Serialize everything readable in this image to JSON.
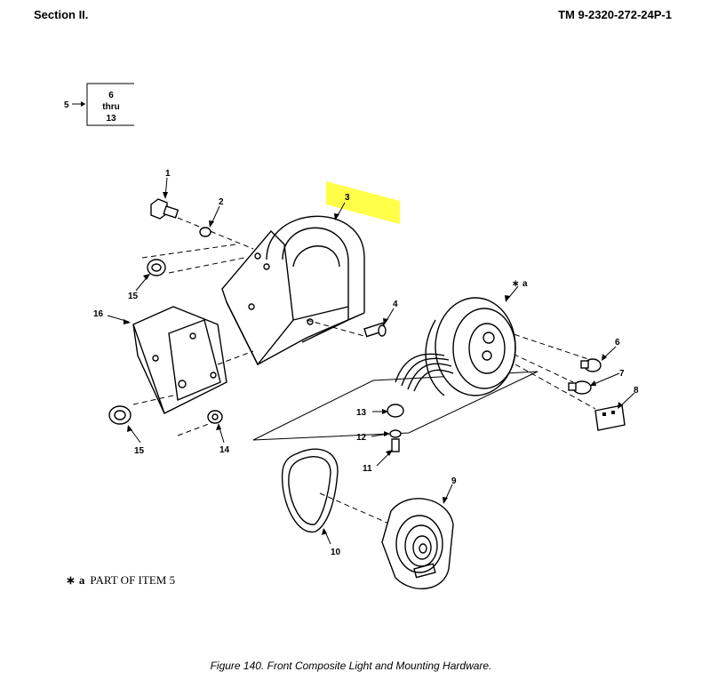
{
  "header": {
    "section": "Section II.",
    "tm_number": "TM 9-2320-272-24P-1"
  },
  "callout_box": {
    "item": "5",
    "line1": "6",
    "line2": "thru",
    "line3": "13"
  },
  "item_labels": {
    "i1": "1",
    "i2": "2",
    "i3": "3",
    "i4": "4",
    "i6": "6",
    "i7": "7",
    "i8": "8",
    "i9": "9",
    "i10": "10",
    "i11": "11",
    "i12": "12",
    "i13": "13",
    "i14": "14",
    "i15a": "15",
    "i15b": "15",
    "i16": "16",
    "ia": "a"
  },
  "legend": {
    "symbol": "∗",
    "sub": "a",
    "text": "PART OF ITEM 5"
  },
  "caption": "Figure 140.  Front Composite Light and Mounting Hardware.",
  "colors": {
    "highlight": "#ffff33"
  }
}
